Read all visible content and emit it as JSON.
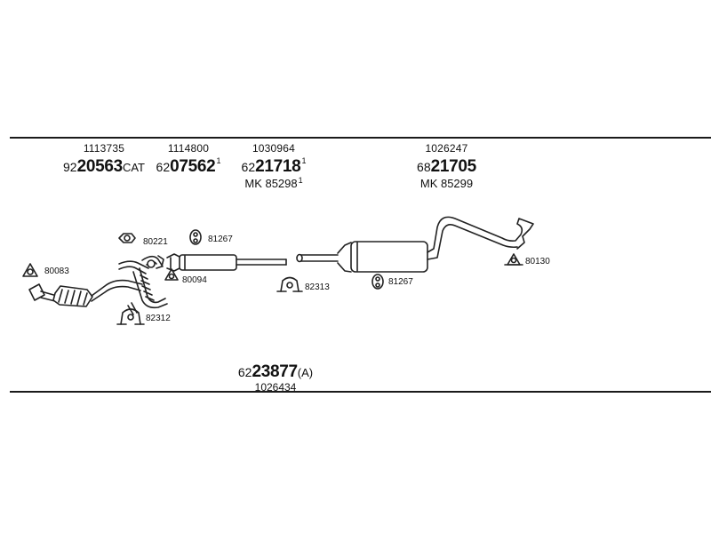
{
  "headers": [
    {
      "id": "h1",
      "top_number": "1113735",
      "prefix": "92",
      "main": "20563",
      "suffix": "CAT",
      "sup": "",
      "sub": "",
      "sub_sup": ""
    },
    {
      "id": "h2",
      "top_number": "1114800",
      "prefix": "62",
      "main": "07562",
      "suffix": "",
      "sup": "1",
      "sub": "",
      "sub_sup": ""
    },
    {
      "id": "h3",
      "top_number": "1030964",
      "prefix": "62",
      "main": "21718",
      "suffix": "",
      "sup": "1",
      "sub": "MK  85298",
      "sub_sup": "1"
    },
    {
      "id": "h4",
      "top_number": "1026247",
      "prefix": "68",
      "main": "21705",
      "suffix": "",
      "sup": "",
      "sub": "MK  85299",
      "sub_sup": ""
    }
  ],
  "part_labels": {
    "p80083": "80083",
    "p80221": "80221",
    "p81267a": "81267",
    "p80094": "80094",
    "p82312": "82312",
    "p82313": "82313",
    "p81267b": "81267",
    "p80130": "80130"
  },
  "bottom": {
    "prefix": "62",
    "main": "23877",
    "suffix": "(A)",
    "number": "1026434"
  }
}
